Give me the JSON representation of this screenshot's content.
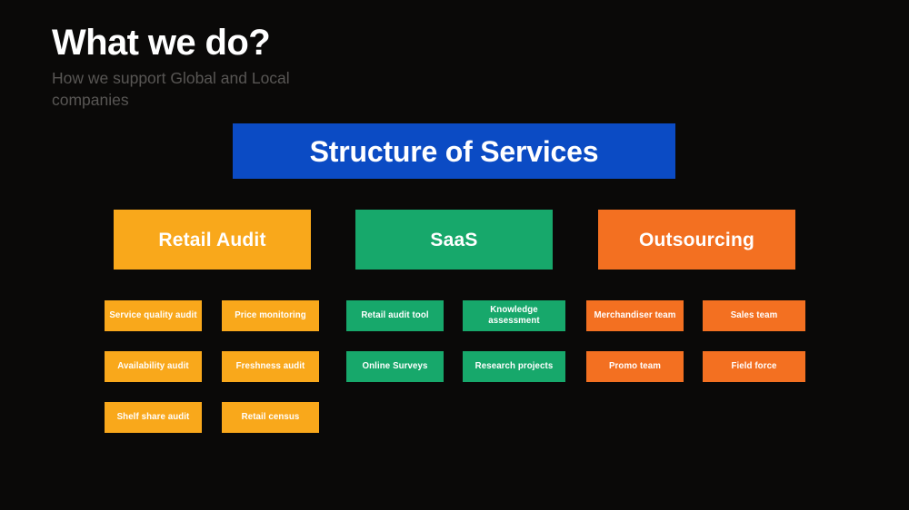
{
  "slide": {
    "title": "What we do?",
    "subtitle": "How we support Global and Local companies",
    "background_color": "#0a0908"
  },
  "banner": {
    "label": "Structure of Services",
    "background_color": "#0b4bc4",
    "text_color": "#ffffff"
  },
  "columns": [
    {
      "header": "Retail Audit",
      "color": "#f9a81b",
      "items": [
        "Service quality audit",
        "Price monitoring",
        "Availability audit",
        "Freshness audit",
        "Shelf share audit",
        "Retail census"
      ]
    },
    {
      "header": "SaaS",
      "color": "#17a86b",
      "items": [
        "Retail audit tool",
        "Knowledge assessment",
        "Online Surveys",
        "Research projects"
      ]
    },
    {
      "header": "Outsourcing",
      "color": "#f37021",
      "items": [
        "Merchandiser team",
        "Sales team",
        "Promo team",
        "Field force"
      ]
    }
  ]
}
